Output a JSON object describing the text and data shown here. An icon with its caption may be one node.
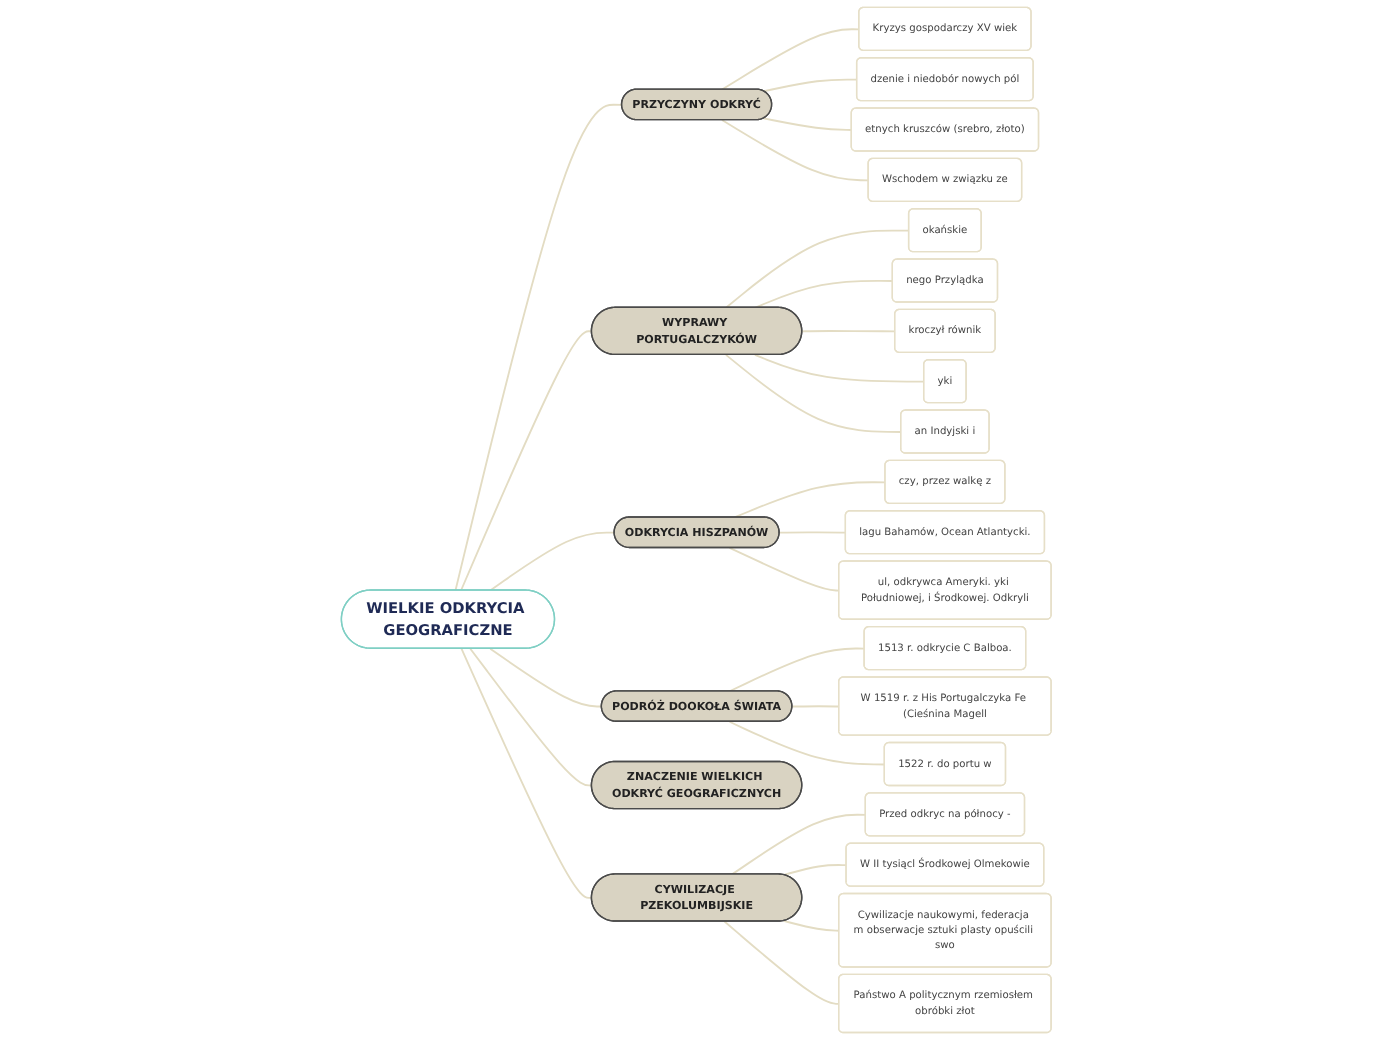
{
  "diagram": {
    "nodes": [
      {
        "text": [
          "WIELKIE ODKRYCIA GEOGRAFICZNE"
        ]
      },
      {
        "text": [
          "PRZYCZYNY ODKRYĆ"
        ]
      },
      {
        "text": [
          "Kryzys gospodarczy XV wiek"
        ]
      },
      {
        "text": [
          "dzenie i niedobór nowych pól"
        ]
      },
      {
        "text": [
          "etnych kruszców (srebro, złoto)"
        ]
      },
      {
        "text": [
          "Wschodem w związku ze"
        ]
      },
      {
        "text": [
          "WYPRAWY PORTUGALCZYKÓW"
        ]
      },
      {
        "text": [
          "okańskie"
        ]
      },
      {
        "text": [
          "nego Przylądka"
        ]
      },
      {
        "text": [
          "kroczył równik"
        ]
      },
      {
        "text": [
          "yki"
        ]
      },
      {
        "text": [
          "an Indyjski i"
        ]
      },
      {
        "text": [
          "ODKRYCIA HISZPANÓW"
        ]
      },
      {
        "text": [
          "czy, przez walkę z"
        ]
      },
      {
        "text": [
          "lagu Bahamów, Ocean Atlantycki."
        ]
      },
      {
        "text": [
          "ul, odkrywca Ameryki. yki Południowej, i Środkowej. Odkryli"
        ]
      },
      {
        "text": [
          "PODRÓŻ DOOKOŁA ŚWIATA"
        ]
      },
      {
        "text": [
          "1513 r. odkrycie C Balboa."
        ]
      },
      {
        "text": [
          "W 1519 r. z His Portugalczyka Fe (Cieśnina Magell"
        ]
      },
      {
        "text": [
          "1522 r. do portu w"
        ]
      },
      {
        "text": [
          "ZNACZENIE WIELKICH ODKRYĆ GEOGRAFICZNYCH"
        ]
      },
      {
        "text": [
          "CYWILIZACJE PZEKOLUMBIJSKIE"
        ]
      },
      {
        "text": [
          "Przed odkryc na północy -"
        ]
      },
      {
        "text": [
          "W II tysiącl Środkowej Olmekowie"
        ]
      },
      {
        "text": [
          "Cywilizacje naukowymi, federacja m obserwacje sztuki plasty opuścili swo"
        ]
      },
      {
        "text": [
          "Państwo A politycznym rzemiosłem obróbki złot"
        ]
      }
    ],
    "edges": [
      {
        "from": 0,
        "to": 1,
        "arrow": "none"
      },
      {
        "from": 1,
        "to": 2,
        "arrow": "none"
      },
      {
        "from": 1,
        "to": 3,
        "arrow": "none"
      },
      {
        "from": 1,
        "to": 4,
        "arrow": "none"
      },
      {
        "from": 1,
        "to": 5,
        "arrow": "none"
      },
      {
        "from": 0,
        "to": 6,
        "arrow": "none"
      },
      {
        "from": 6,
        "to": 7,
        "arrow": "none"
      },
      {
        "from": 6,
        "to": 8,
        "arrow": "none"
      },
      {
        "from": 6,
        "to": 9,
        "arrow": "none"
      },
      {
        "from": 6,
        "to": 10,
        "arrow": "none"
      },
      {
        "from": 6,
        "to": 11,
        "arrow": "none"
      },
      {
        "from": 0,
        "to": 12,
        "arrow": "none"
      },
      {
        "from": 12,
        "to": 13,
        "arrow": "none"
      },
      {
        "from": 12,
        "to": 14,
        "arrow": "none"
      },
      {
        "from": 12,
        "to": 15,
        "arrow": "none"
      },
      {
        "from": 0,
        "to": 16,
        "arrow": "none"
      },
      {
        "from": 16,
        "to": 17,
        "arrow": "none"
      },
      {
        "from": 16,
        "to": 18,
        "arrow": "none"
      },
      {
        "from": 16,
        "to": 19,
        "arrow": "none"
      },
      {
        "from": 0,
        "to": 20,
        "arrow": "none"
      },
      {
        "from": 0,
        "to": 21,
        "arrow": "none"
      },
      {
        "from": 21,
        "to": 22,
        "arrow": "none"
      },
      {
        "from": 21,
        "to": 23,
        "arrow": "none"
      },
      {
        "from": 21,
        "to": 24,
        "arrow": "none"
      },
      {
        "from": 21,
        "to": 25,
        "arrow": "none"
      }
    ]
  }
}
